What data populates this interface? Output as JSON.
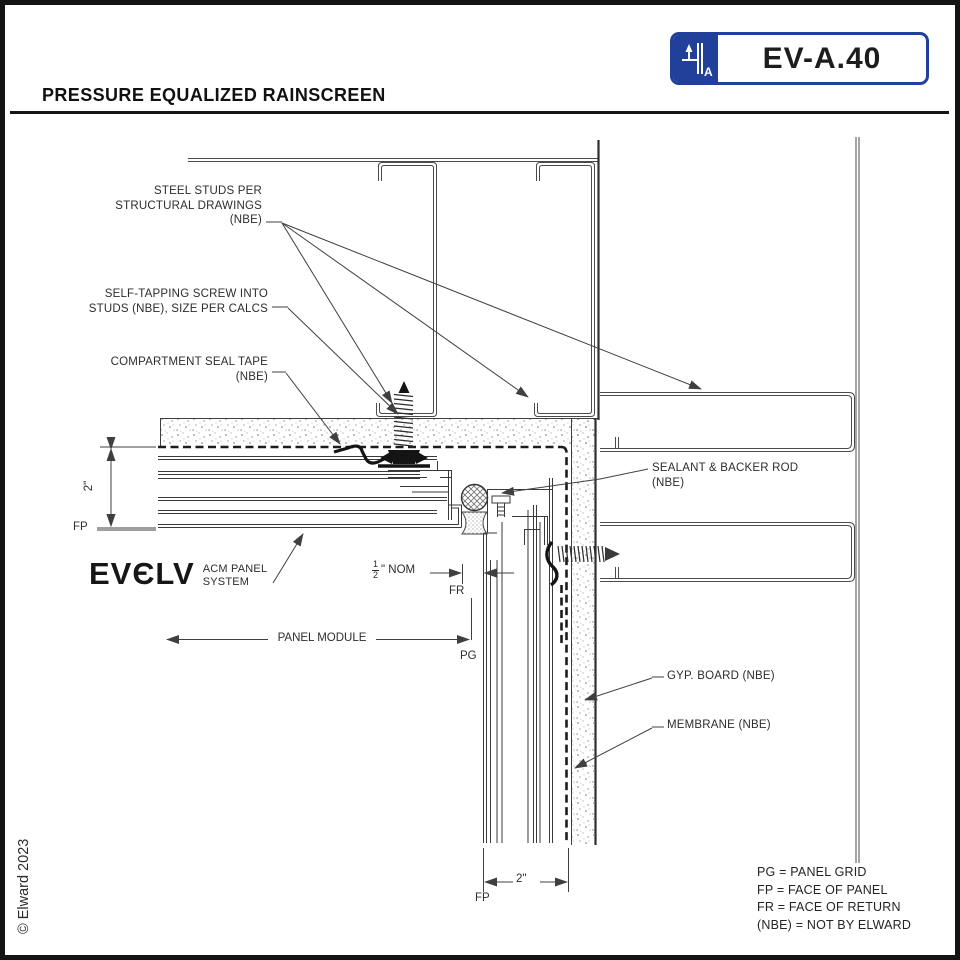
{
  "frame": {
    "sheet_code": "EV-A.40",
    "drawing_title": "PRESSURE EQUALIZED RAINSCREEN",
    "copyright": "© Elward 2023",
    "logo_letter": "A"
  },
  "colors": {
    "accent_blue": "#21409a",
    "ink": "#3f3f3f",
    "black": "#141414"
  },
  "brand": {
    "logo_text": "EVЄLV",
    "tagline": [
      "ACM PANEL",
      "SYSTEM"
    ]
  },
  "callouts": {
    "steel_studs": [
      "STEEL STUDS PER",
      "STRUCTURAL DRAWINGS",
      "(NBE)"
    ],
    "self_tapping": [
      "SELF-TAPPING SCREW INTO",
      "STUDS (NBE), SIZE PER CALCS"
    ],
    "compartment": [
      "COMPARTMENT SEAL TAPE",
      "(NBE)"
    ],
    "sealant": [
      "SEALANT & BACKER ROD",
      "(NBE)"
    ],
    "gyp_board": "GYP. BOARD  (NBE)",
    "membrane": "MEMBRANE  (NBE)"
  },
  "dimensions": {
    "panel_module": "PANEL MODULE",
    "half_nom_num": "1",
    "half_nom_den": "2",
    "half_nom_rest": "\" NOM",
    "two_inch": "2\"",
    "fp": "FP",
    "fr": "FR",
    "pg": "PG"
  },
  "legend": [
    "PG = PANEL GRID",
    "FP = FACE OF PANEL",
    "FR = FACE OF RETURN",
    "(NBE) = NOT BY ELWARD"
  ]
}
